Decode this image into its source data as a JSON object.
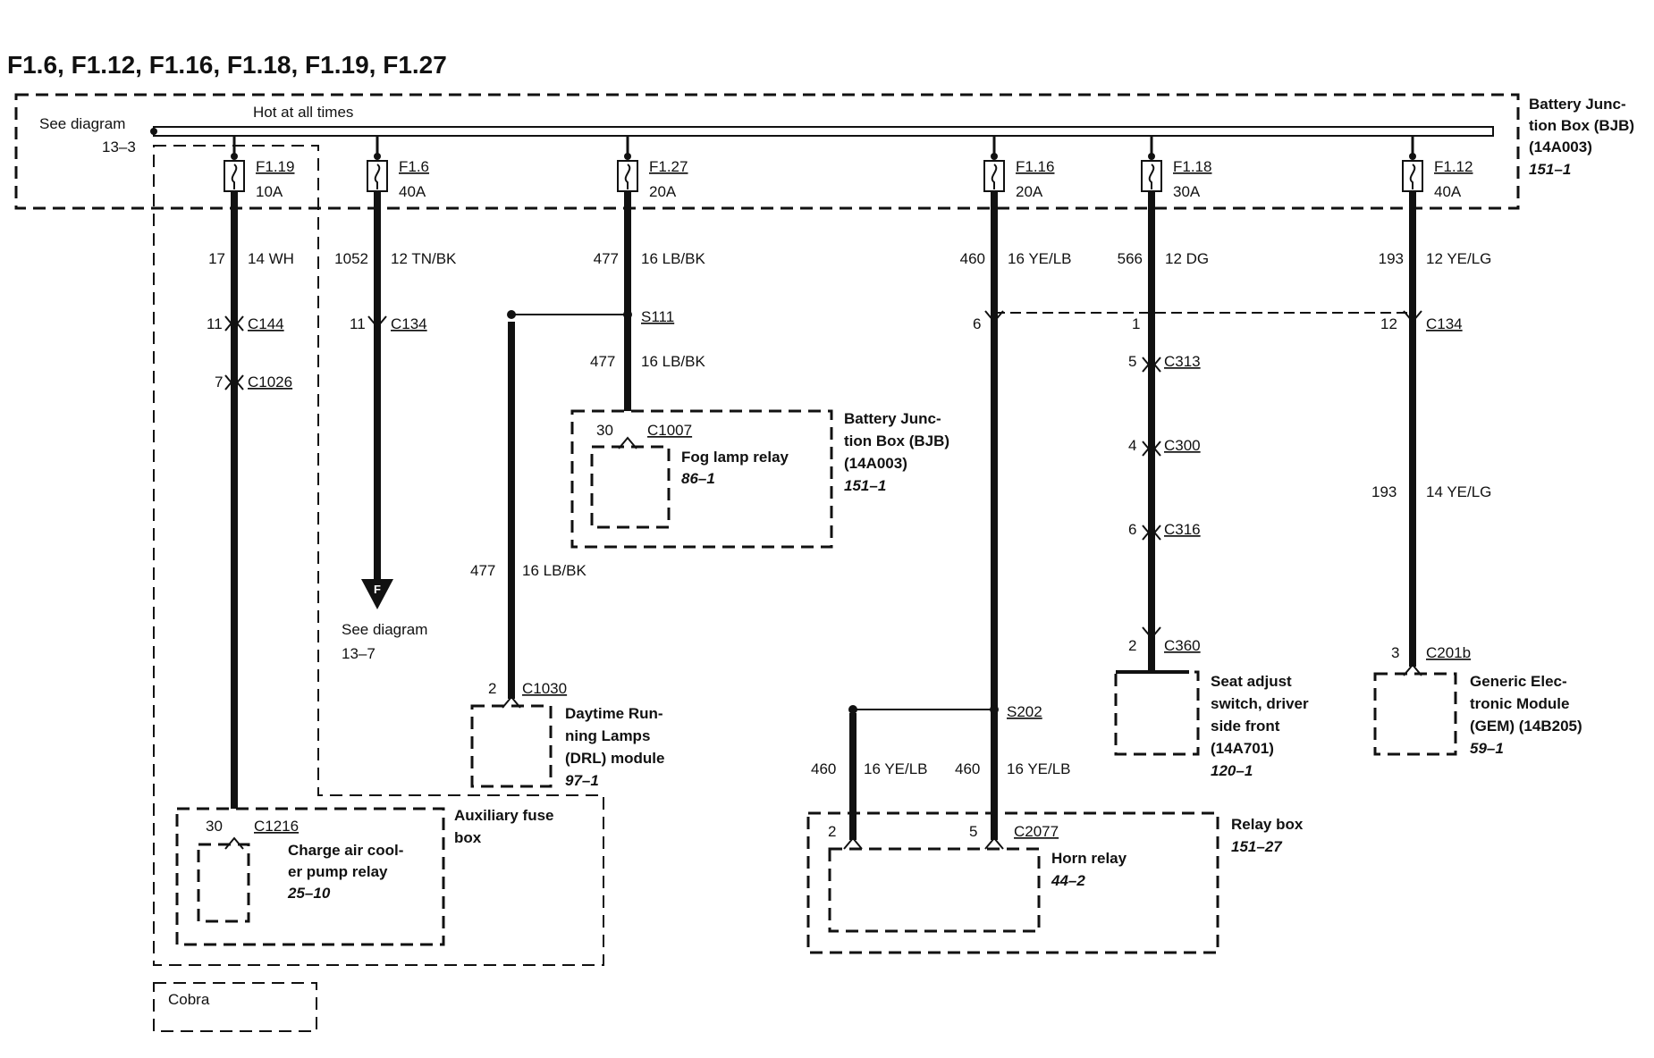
{
  "title": "F1.6, F1.12, F1.16, F1.18, F1.19, F1.27",
  "top": {
    "see_diagram": "See diagram",
    "see_diagram_ref": "13–3",
    "bus_label": "Hot at all times",
    "bjb_lines": [
      "Battery Junc-",
      "tion Box (BJB)",
      "(14A003)"
    ],
    "bjb_ref": "151–1"
  },
  "fuses": [
    {
      "name": "F1.19",
      "rating": "10A",
      "circuit": "17",
      "wire": "14 WH"
    },
    {
      "name": "F1.6",
      "rating": "40A",
      "circuit": "1052",
      "wire": "12 TN/BK"
    },
    {
      "name": "F1.27",
      "rating": "20A",
      "circuit": "477",
      "wire": "16 LB/BK"
    },
    {
      "name": "F1.16",
      "rating": "20A",
      "circuit": "460",
      "wire": "16 YE/LB"
    },
    {
      "name": "F1.18",
      "rating": "30A",
      "circuit": "566",
      "wire": "12 DG"
    },
    {
      "name": "F1.12",
      "rating": "40A",
      "circuit": "193",
      "wire": "12 YE/LG"
    }
  ],
  "connectors": {
    "c144": {
      "pin": "11",
      "name": "C144"
    },
    "c1026": {
      "pin": "7",
      "name": "C1026"
    },
    "c134_f16": {
      "pin": "11",
      "name": "C134"
    },
    "s111": {
      "name": "S111"
    },
    "s111_below": {
      "circuit": "477",
      "wire": "16 LB/BK"
    },
    "drl_wire": {
      "circuit": "477",
      "wire": "16 LB/BK"
    },
    "c1007": {
      "pin": "30",
      "name": "C1007"
    },
    "c1030": {
      "pin": "2",
      "name": "C1030"
    },
    "f16_pin": "6",
    "f18_pin": "1",
    "c313": {
      "pin": "5",
      "name": "C313"
    },
    "c300": {
      "pin": "4",
      "name": "C300"
    },
    "c316": {
      "pin": "6",
      "name": "C316"
    },
    "c360": {
      "pin": "2",
      "name": "C360"
    },
    "c134_f12": {
      "pin": "12",
      "name": "C134"
    },
    "gem_wire": {
      "circuit": "193",
      "wire": "14 YE/LG"
    },
    "c201b": {
      "pin": "3",
      "name": "C201b"
    },
    "s202": {
      "name": "S202"
    },
    "s202_left": {
      "circuit": "460",
      "wire": "16 YE/LB"
    },
    "s202_right": {
      "circuit": "460",
      "wire": "16 YE/LB"
    },
    "c2077": {
      "pin_left": "2",
      "pin_right": "5",
      "name": "C2077"
    },
    "c1216": {
      "pin": "30",
      "name": "C1216"
    }
  },
  "components": {
    "see_f": {
      "label": "See diagram",
      "ref": "13–7",
      "marker": "F"
    },
    "fog_bjb": {
      "lines": [
        "Battery Junc-",
        "tion Box (BJB)",
        "(14A003)"
      ],
      "ref": "151–1"
    },
    "fog_relay": {
      "name": "Fog lamp relay",
      "ref": "86–1"
    },
    "drl": {
      "lines": [
        "Daytime Run-",
        "ning Lamps",
        "(DRL) module"
      ],
      "ref": "97–1"
    },
    "seat": {
      "lines": [
        "Seat adjust",
        "switch, driver",
        "side front",
        "(14A701)"
      ],
      "ref": "120–1"
    },
    "gem": {
      "lines": [
        "Generic Elec-",
        "tronic Module",
        "(GEM) (14B205)"
      ],
      "ref": "59–1"
    },
    "relay_box": {
      "name": "Relay box",
      "ref": "151–27"
    },
    "horn": {
      "name": "Horn relay",
      "ref": "44–2"
    },
    "aux": {
      "lines": [
        "Auxiliary fuse",
        "box"
      ]
    },
    "cac": {
      "lines": [
        "Charge air cool-",
        "er pump relay"
      ],
      "ref": "25–10"
    },
    "cobra": {
      "label": "Cobra"
    }
  }
}
